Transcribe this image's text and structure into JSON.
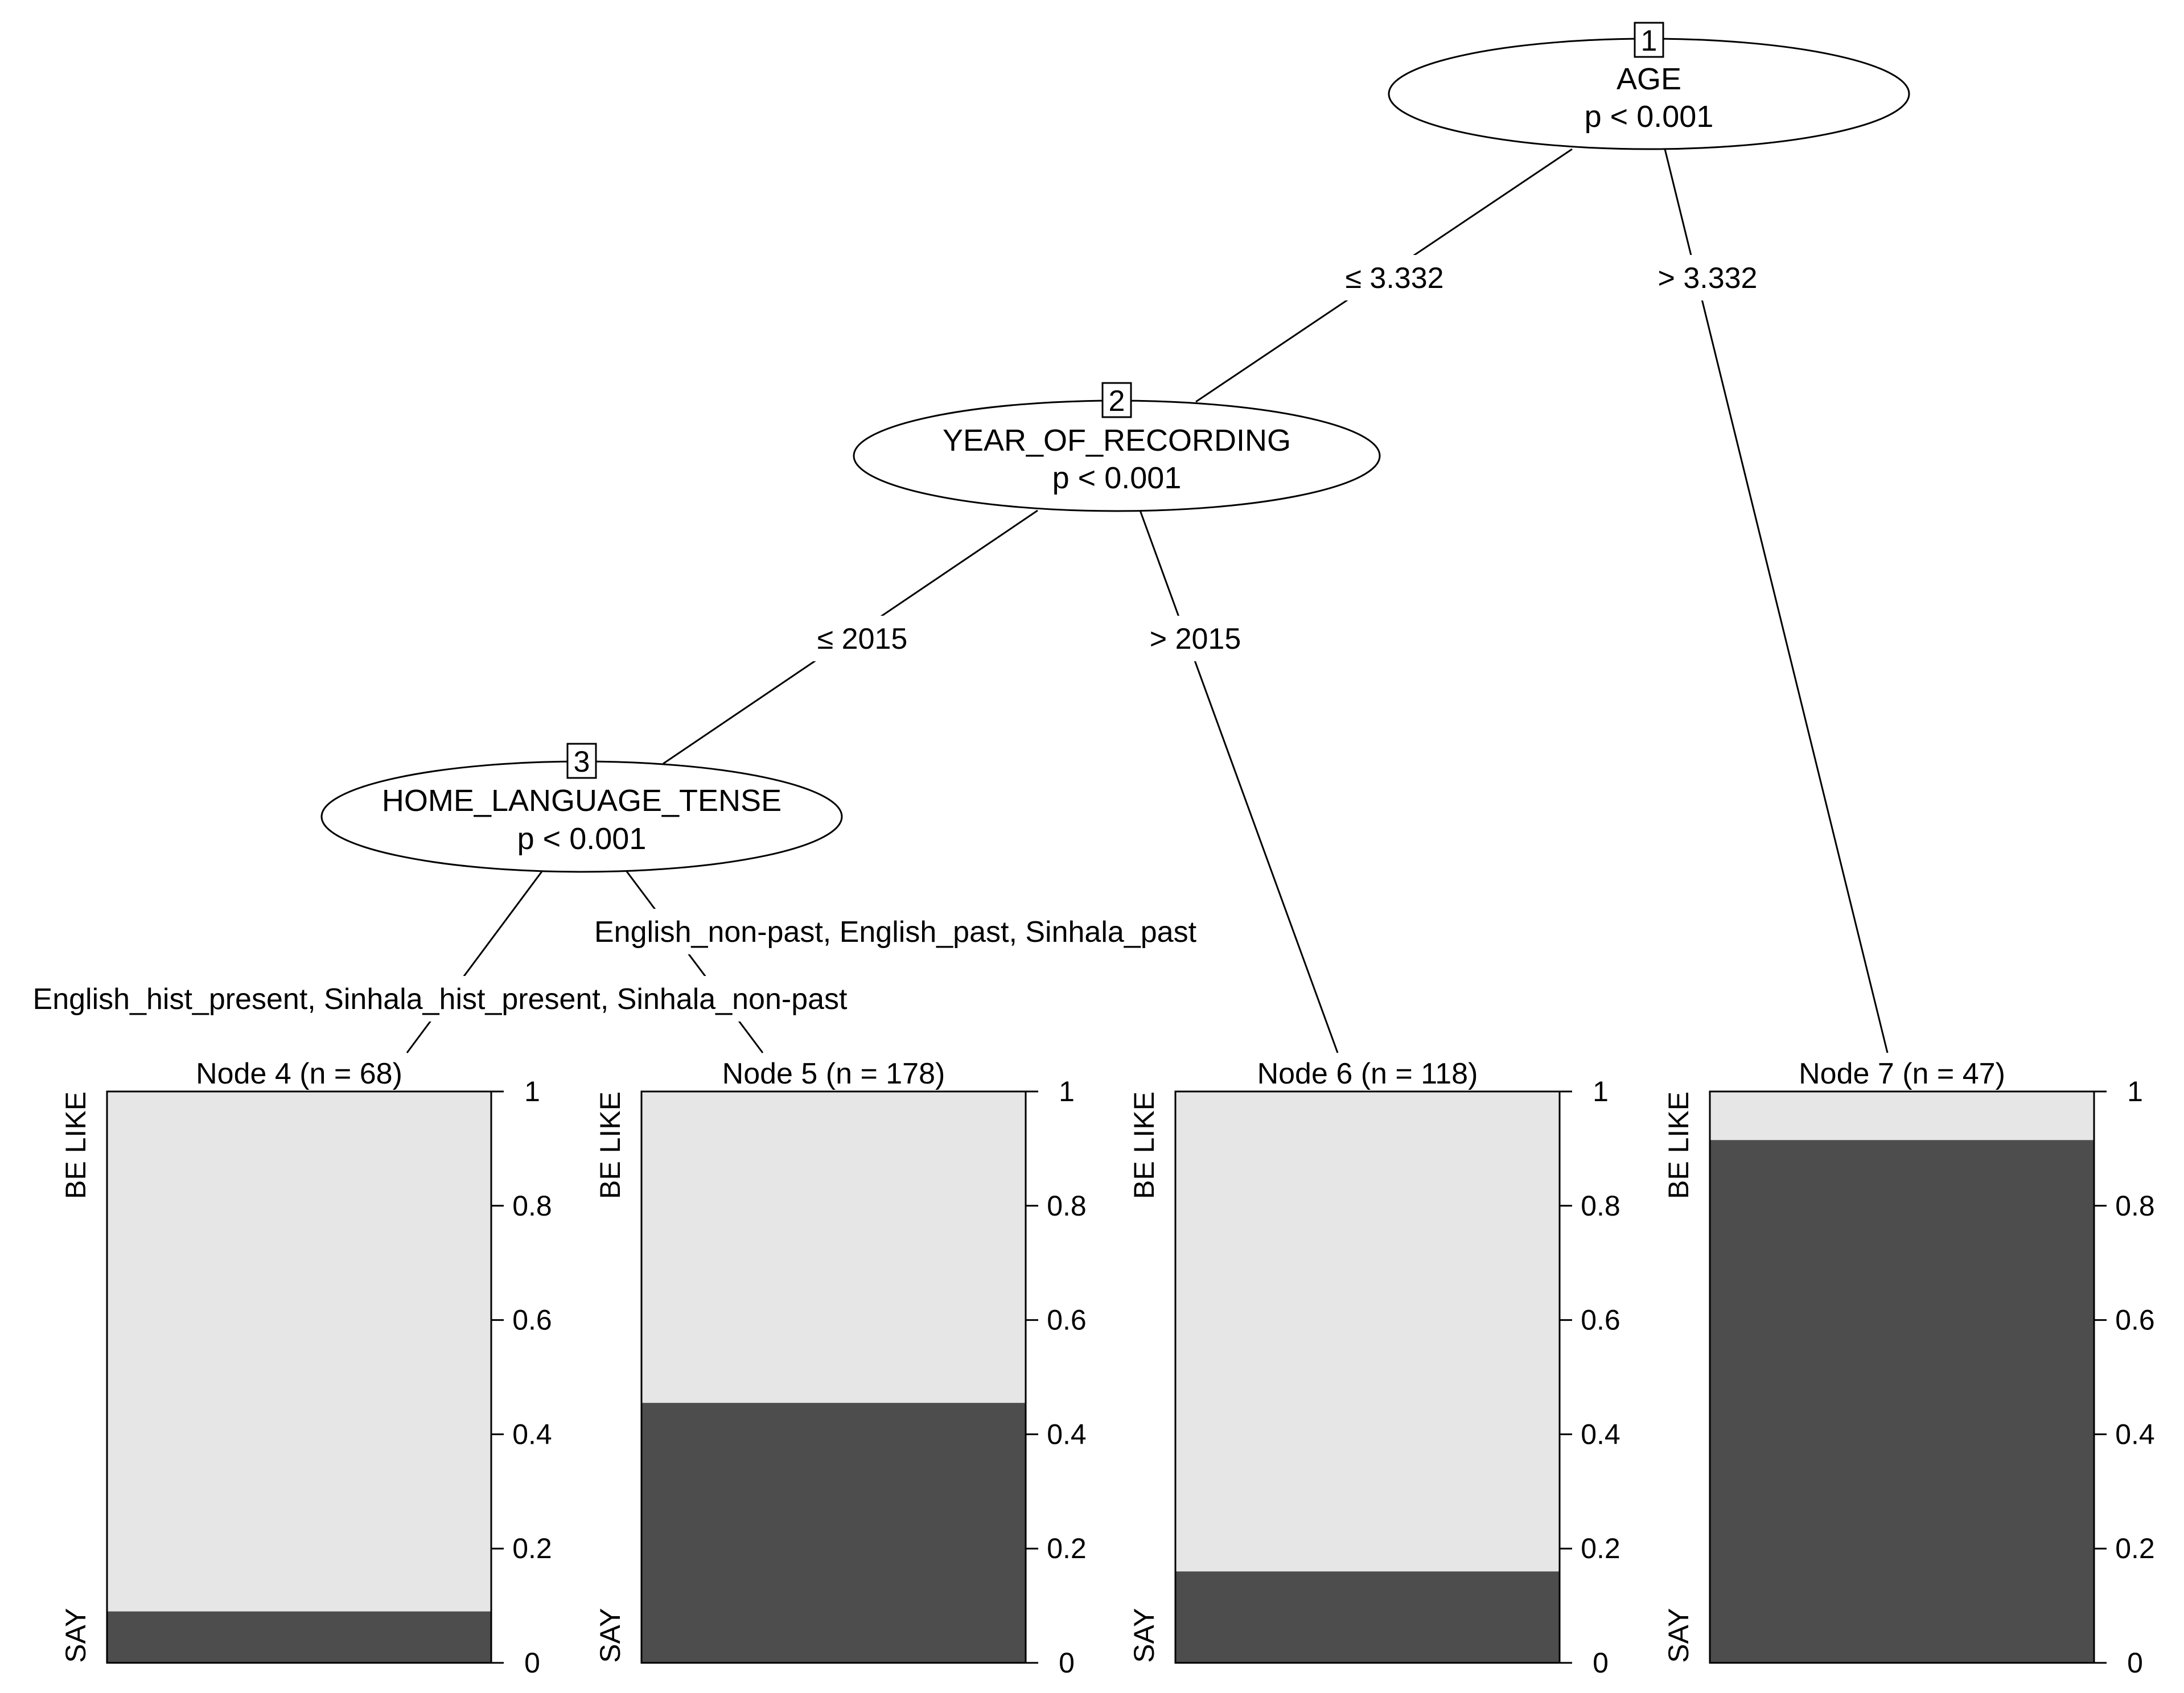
{
  "inner_nodes": [
    {
      "id": "1",
      "variable": "AGE",
      "pvalue": "p < 0.001"
    },
    {
      "id": "2",
      "variable": "YEAR_OF_RECORDING",
      "pvalue": "p < 0.001"
    },
    {
      "id": "3",
      "variable": "HOME_LANGUAGE_TENSE",
      "pvalue": "p < 0.001"
    }
  ],
  "edges": [
    {
      "from": "1",
      "to": "2",
      "label": "≤ 3.332"
    },
    {
      "from": "1",
      "to": "7",
      "label": "> 3.332"
    },
    {
      "from": "2",
      "to": "3",
      "label": "≤ 2015"
    },
    {
      "from": "2",
      "to": "6",
      "label": "> 2015"
    },
    {
      "from": "3",
      "to": "4",
      "label": "English_hist_present, Sinhala_hist_present, Sinhala_non-past"
    },
    {
      "from": "3",
      "to": "5",
      "label": "English_non-past, English_past, Sinhala_past"
    }
  ],
  "class_labels": {
    "top": "BE LIKE",
    "bottom": "SAY"
  },
  "axis_ticks": [
    "0",
    "0.2",
    "0.4",
    "0.6",
    "0.8",
    "1"
  ],
  "colors": {
    "say": "#4d4d4d",
    "be_like": "#e6e6e6",
    "line": "#000000"
  },
  "chart_data": {
    "type": "bar",
    "ylim": [
      0,
      1
    ],
    "categories": [
      "Node 4 (n = 68)",
      "Node 5 (n = 178)",
      "Node 6 (n = 118)",
      "Node 7 (n = 47)"
    ],
    "series": [
      {
        "name": "SAY",
        "values": [
          0.09,
          0.455,
          0.16,
          0.915
        ]
      },
      {
        "name": "BE LIKE",
        "values": [
          0.91,
          0.545,
          0.84,
          0.085
        ]
      }
    ]
  }
}
